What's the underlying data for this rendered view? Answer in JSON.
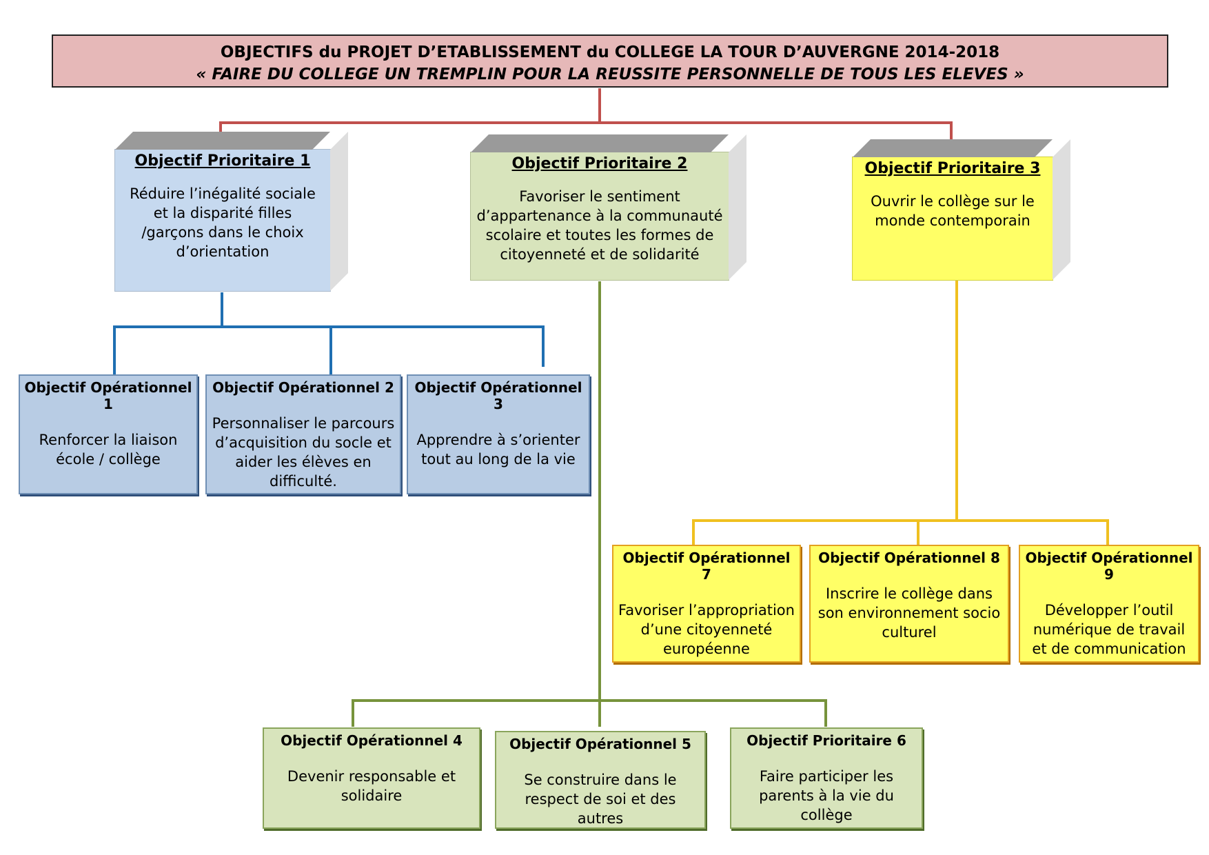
{
  "header": {
    "title": "OBJECTIFS du PROJET D’ETABLISSEMENT du COLLEGE LA TOUR D’AUVERGNE 2014-2018",
    "subtitle": "« FAIRE DU COLLEGE UN TREMPLIN POUR LA REUSSITE PERSONNELLE DE TOUS LES ELEVES »"
  },
  "priorities": [
    {
      "title": "Objectif Prioritaire 1",
      "text": "Réduire l’inégalité sociale et la disparité filles /garçons dans le choix d’orientation",
      "color": "#c6d9ef"
    },
    {
      "title": "Objectif Prioritaire 2",
      "text": "Favoriser le sentiment d’appartenance à la communauté scolaire et toutes les formes de citoyenneté et de solidarité",
      "color": "#d8e4bc"
    },
    {
      "title": "Objectif Prioritaire 3",
      "text": "Ouvrir le collège sur le monde contemporain",
      "color": "#ffff66"
    }
  ],
  "operationals": [
    {
      "title": "Objectif Opérationnel 1",
      "text": "Renforcer la liaison école / collège"
    },
    {
      "title": "Objectif Opérationnel 2",
      "text": "Personnaliser le parcours d’acquisition du socle et aider les élèves en difficulté."
    },
    {
      "title": "Objectif Opérationnel 3",
      "text": "Apprendre à s’orienter tout au long de la vie"
    },
    {
      "title": "Objectif Opérationnel 4",
      "text": "Devenir responsable et solidaire"
    },
    {
      "title": "Objectif Opérationnel 5",
      "text": "Se construire dans le respect de soi et des autres"
    },
    {
      "title": "Objectif Prioritaire 6",
      "text": "Faire participer les parents à la vie du collège"
    },
    {
      "title": "Objectif Opérationnel 7",
      "text": "Favoriser l’appropriation d’une citoyenneté européenne"
    },
    {
      "title": "Objectif Opérationnel 8",
      "text": "Inscrire le collège dans son environnement socio culturel"
    },
    {
      "title": "Objectif Opérationnel 9",
      "text": "Développer l’outil numérique de travail et de communication"
    }
  ],
  "colors": {
    "header_line": "#c0504d",
    "blue_line": "#1f6fb2",
    "green_line": "#77933c",
    "yellow_line": "#f0c020"
  }
}
